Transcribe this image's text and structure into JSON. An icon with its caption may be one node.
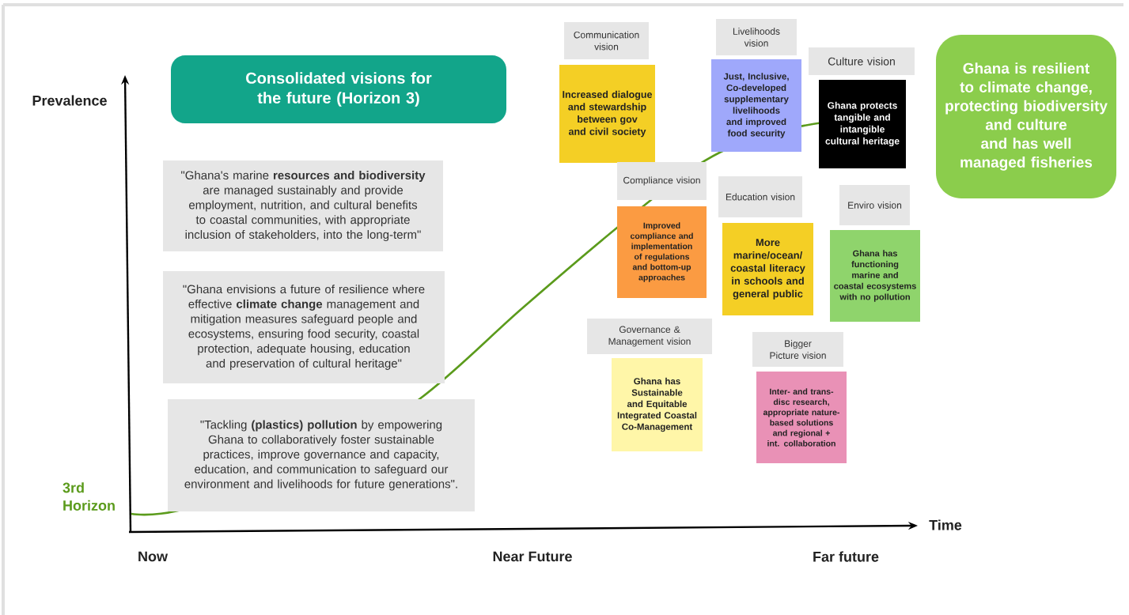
{
  "diagram": {
    "nodes": [
      {
        "text": [
          "Consolidated visions for the future (Horizon 3)"
        ]
      },
      {
        "text": [
          "\"Ghana's marine **resources and biodiversity** are managed sustainably and provide employment, nutrition, and cultural benefits to coastal communities, with appropriate inclusion of stakeholders, into the long-term\""
        ]
      },
      {
        "text": [
          "\"Ghana envisions a future of resilience where effective **climate change** management and mitigation measures safeguard people and ecosystems, ensuring food security, coastal protection, adequate housing, education and preservation of cultural heritage\""
        ]
      },
      {
        "text": [
          "\"Tackling **(plastics) pollution** by empowering Ghana to collaboratively foster sustainable practices, improve governance and capacity, education, and communication to safeguard our environment and livelihoods for future generations\"."
        ]
      },
      {
        "text": [
          "Communication vision",
          "Increased dialogue and stewardship between gov and civil society"
        ]
      },
      {
        "text": [
          "Livelihoods vision",
          "Just, Inclusive, Co-developed supplementary livelihoods and improved food security"
        ]
      },
      {
        "text": [
          "Culture vision",
          "Ghana protects tangible and intangible cultural heritage"
        ]
      },
      {
        "text": [
          "Compliance vision",
          "Improved compliance and implementation of regulations and bottom-up approaches"
        ]
      },
      {
        "text": [
          "Education vision",
          "More marine/ocean/ coastal literacy in schools and general public"
        ]
      },
      {
        "text": [
          "Enviro vision",
          "Ghana has functioning marine and coastal ecosystems with no pollution"
        ]
      },
      {
        "text": [
          "Governance & Management vision",
          "Ghana has Sustainable and Equitable Integrated Coastal Co-Management"
        ]
      },
      {
        "text": [
          "Bigger Picture vision",
          "Inter- and trans-disc research, appropriate nature-based solutions and regional + int. collaboration"
        ]
      },
      {
        "text": [
          "Ghana is resilient to climate change, protecting biodiversity and culture and has well managed fisheries"
        ]
      }
    ],
    "labels": [
      "Prevalence",
      "3rd Horizon",
      "Time",
      "Now",
      "Near Future",
      "Far future"
    ]
  }
}
